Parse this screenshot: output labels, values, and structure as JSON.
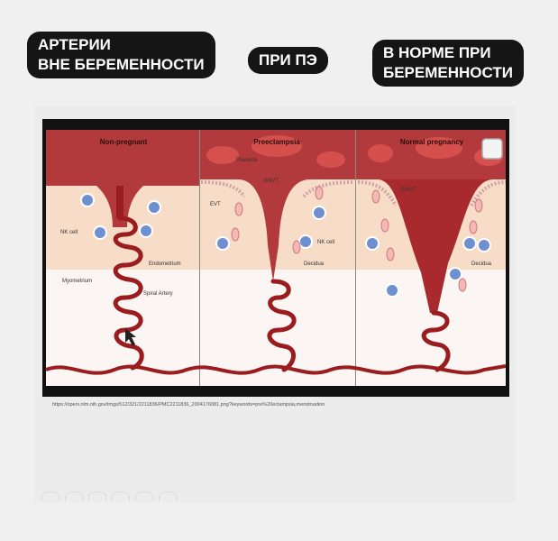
{
  "tags": {
    "left": [
      "АРТЕРИИ",
      "ВНЕ БЕРЕМЕННОСТИ"
    ],
    "middle": [
      "ПРИ ПЭ"
    ],
    "right": [
      "В НОРМЕ ПРИ",
      "БЕРЕМЕННОСТИ"
    ]
  },
  "diagram": {
    "panels": [
      {
        "title": "Non-pregnant"
      },
      {
        "title": "Preeclampsia"
      },
      {
        "title": "Normal pregnancy"
      }
    ],
    "labels": {
      "nk_cell_1": "NK cell",
      "myometrium": "Myometrium",
      "endometrium": "Endometrium",
      "spiral_artery": "Spiral Artery",
      "placenta": "Placenta",
      "envt_1": "ENVT",
      "evt": "EVT",
      "nk_cell_2": "NK cell",
      "decidua_1": "Decidua",
      "envt_2": "ENVT",
      "decidua_2": "Decidua"
    },
    "colors": {
      "artery": "#9b1c1f",
      "endometrium": "#f7dcc8",
      "myometrium": "#fbf6f4",
      "cell": "#6e8fd0"
    }
  },
  "source": {
    "text": "https://openi.nlm.nih.gov/imgs/512/321/2211836/PMC2211836_2004176081.png?keywords=pre%20eclampsia,menstruation"
  }
}
